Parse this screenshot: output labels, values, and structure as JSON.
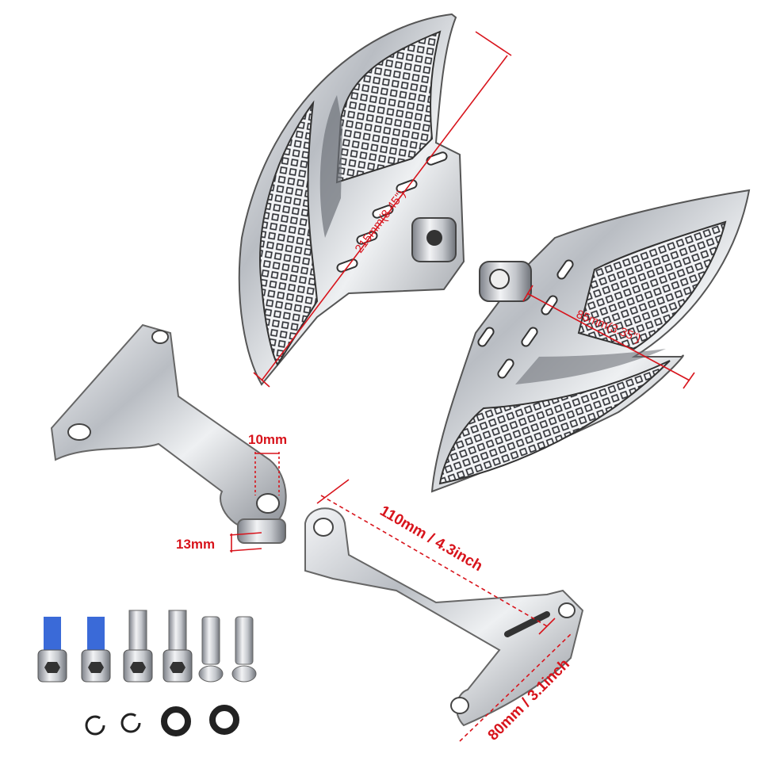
{
  "colors": {
    "dimension": "#d8141c",
    "chrome": "#c9ccd1",
    "bolt_coating": "#3a6ad8"
  },
  "dimensions": {
    "footboard_length": "215mm(8.45\")",
    "footboard_width": "85mm(3.35\")",
    "pin_hole": "10mm",
    "clevis_gap": "13mm",
    "bracket_length": "110mm / 4.3inch",
    "bracket_width": "80mm / 3.1inch"
  },
  "hardware": {
    "bolts": [
      "hex-bolt-blue-threadlock",
      "hex-bolt-blue-threadlock",
      "hex-bolt",
      "hex-bolt",
      "clevis-pin",
      "clevis-pin"
    ],
    "washers": [
      "e-clip",
      "e-clip",
      "wave-washer",
      "wave-washer"
    ]
  }
}
